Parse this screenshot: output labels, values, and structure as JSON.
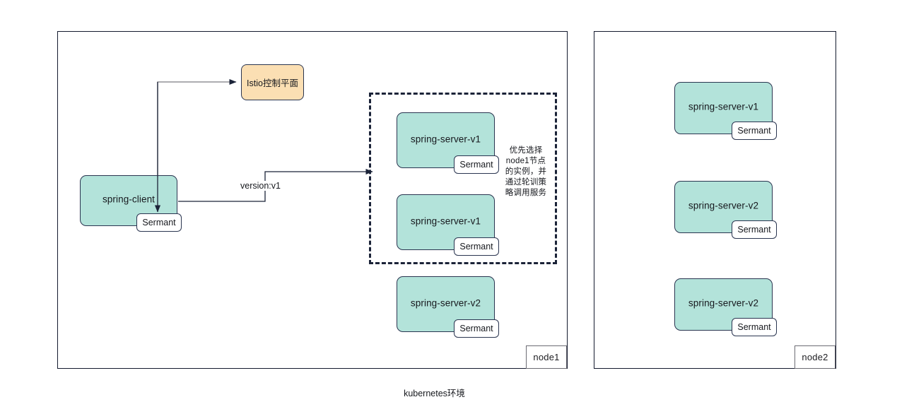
{
  "diagram": {
    "caption": "kubernetes环境",
    "panels": [
      {
        "id": "node1",
        "tag": "node1"
      },
      {
        "id": "node2",
        "tag": "node2"
      }
    ],
    "control_plane": {
      "label": "Istio控制平面",
      "fill": "#fbdfb3",
      "stroke": "#2a3550"
    },
    "client": {
      "label": "spring-client",
      "sidecar": "Sermant",
      "fill": "#b3e3da",
      "stroke": "#2a3550"
    },
    "node1_services": [
      {
        "label": "spring-server-v1",
        "sidecar": "Sermant",
        "selected": true
      },
      {
        "label": "spring-server-v1",
        "sidecar": "Sermant",
        "selected": true
      },
      {
        "label": "spring-server-v2",
        "sidecar": "Sermant",
        "selected": false
      }
    ],
    "node2_services": [
      {
        "label": "spring-server-v1",
        "sidecar": "Sermant",
        "selected": false
      },
      {
        "label": "spring-server-v2",
        "sidecar": "Sermant",
        "selected": false
      },
      {
        "label": "spring-server-v2",
        "sidecar": "Sermant",
        "selected": false
      }
    ],
    "selection_region": {
      "note": "优先选择node1节点的实例，并通过轮训策略调用服务",
      "stroke": "#1b2338",
      "style": "dashed"
    },
    "edges": [
      {
        "from": "spring-client",
        "to": "Istio控制平面",
        "label": ""
      },
      {
        "from": "Istio控制平面",
        "to": "Sermant",
        "label": ""
      },
      {
        "from": "spring-client",
        "to": "selection-region",
        "label": "version:v1"
      }
    ],
    "colors": {
      "service_fill": "#b3e3da",
      "control_plane_fill": "#fbdfb3",
      "border": "#2a3550",
      "panel_border": "#141a2e",
      "dashed_border": "#1b2338",
      "text": "#16181d"
    }
  }
}
